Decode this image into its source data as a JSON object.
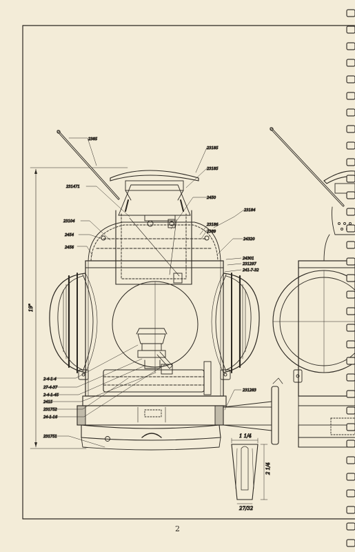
{
  "page_number": "2",
  "overall_height": "19\"",
  "labels": {
    "l2385": "2385",
    "l23185a": "23185",
    "l23185b": "23185",
    "l231471": "231471",
    "l2450": "2450",
    "l23184": "23184",
    "l23104": "23104",
    "l23186": "23186",
    "l2454": "2454",
    "l2389": "2389",
    "l24320": "24320",
    "l2456": "2456",
    "l24301": "24301",
    "l231297": "231297",
    "l241732": "241-7-32",
    "l2414": "2-4-1-4",
    "l24137": "27-4-37",
    "l24145": "2-4-1-45",
    "l2415": "2415",
    "l231752": "231752",
    "l241416": "24-1-16",
    "l231751": "231751",
    "l231283": "231283"
  },
  "socket_dims": {
    "top": "1 1/4",
    "side": "2 1/4",
    "bottom": "27/32"
  }
}
